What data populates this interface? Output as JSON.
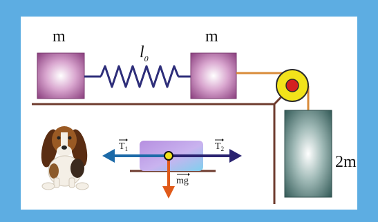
{
  "colors": {
    "frame": "#5dade2",
    "panel": "#ffffff",
    "table": "#6e3b2e",
    "spring": "#2e2e7a",
    "rope": "#d98b3a",
    "pulley_outer": "#f2e31a",
    "pulley_inner": "#d42020",
    "block_m": "#9a4f8e",
    "block_2m": "#3f6b68",
    "tension_left": "#1c6aa8",
    "tension_right": "#2a2370",
    "weight_arrow": "#e05a1a"
  },
  "labels": {
    "mass_left": "m",
    "mass_right": "m",
    "spring_length": "l",
    "spring_length_sub": "0",
    "mass_hanging": "2m",
    "tension_1": "T",
    "tension_1_sub": "1",
    "tension_2": "T",
    "tension_2_sub": "2",
    "weight": "mg"
  },
  "icons": [
    "beagle-dog-illustration",
    "pulley-icon"
  ]
}
